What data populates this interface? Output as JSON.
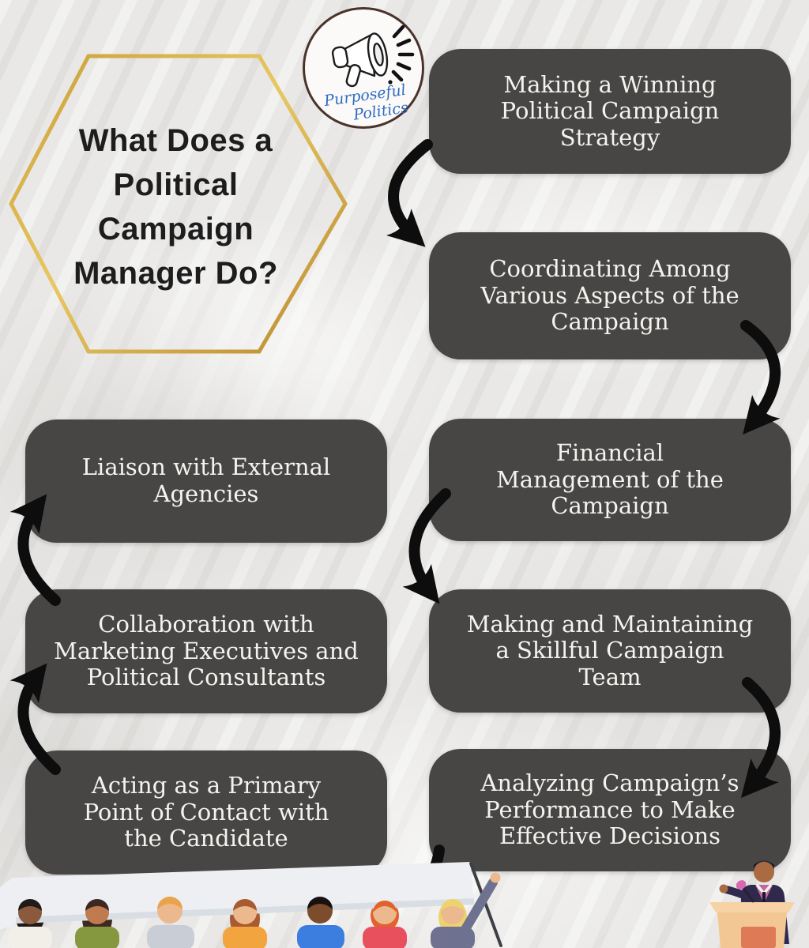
{
  "title": {
    "lines": [
      "What Does a",
      "Political",
      "Campaign",
      "Manager Do?"
    ]
  },
  "logo": {
    "brand_line1": "Purposeful",
    "brand_line2": "Politics"
  },
  "flow_boxes": [
    {
      "step": 1,
      "label": "Making a Winning\nPolitical Campaign\nStrategy"
    },
    {
      "step": 2,
      "label": "Coordinating Among\nVarious Aspects of the\nCampaign"
    },
    {
      "step": 3,
      "label": "Financial\nManagement of the\nCampaign"
    },
    {
      "step": 4,
      "label": "Making and Maintaining\na Skillful Campaign\nTeam"
    },
    {
      "step": 5,
      "label": "Analyzing Campaign’s\nPerformance to Make\nEffective Decisions"
    },
    {
      "step": 6,
      "label": "Acting as a Primary\nPoint of Contact with\nthe Candidate"
    },
    {
      "step": 7,
      "label": "Collaboration with\nMarketing Executives and\nPolitical Consultants"
    },
    {
      "step": 8,
      "label": "Liaison with External\nAgencies"
    }
  ],
  "colors": {
    "background": "#e9e8e6",
    "box_background": "#484545",
    "box_text": "#f5f3ef",
    "title_text": "#1d1d1e",
    "arrow": "#0d0d0d",
    "hexagon_gold_dark": "#b8892f",
    "hexagon_gold_light": "#e8c863",
    "logo_ring": "#4a332b",
    "logo_text_blue": "#2f6cc0"
  }
}
